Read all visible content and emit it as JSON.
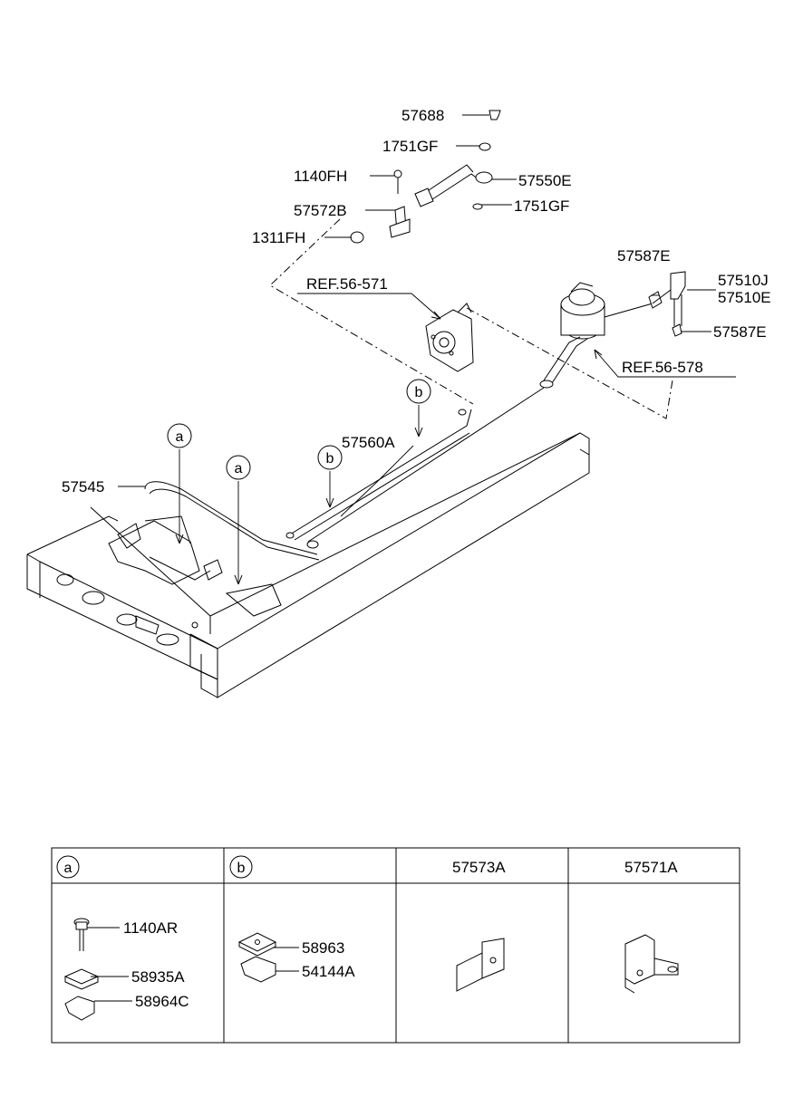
{
  "callouts": {
    "p57688": "57688",
    "p1751gf_top": "1751GF",
    "p1140fh": "1140FH",
    "p57550e": "57550E",
    "p57572b": "57572B",
    "p1751gf_mid": "1751GF",
    "p1311fh": "1311FH",
    "p57587e_top": "57587E",
    "p57510j": "57510J",
    "p57510e": "57510E",
    "p57587e_bot": "57587E",
    "ref56571": "REF.56-571",
    "ref56578": "REF.56-578",
    "p57560a": "57560A",
    "p57545": "57545",
    "marker_a": "a",
    "marker_b": "b"
  },
  "table": {
    "headers": [
      {
        "label": "a",
        "circled": true
      },
      {
        "label": "b",
        "circled": true
      },
      {
        "label": "57573A",
        "circled": false
      },
      {
        "label": "57571A",
        "circled": false
      }
    ],
    "cell_a_parts": [
      "1140AR",
      "58935A",
      "58964C"
    ],
    "cell_b_parts": [
      "58963",
      "54144A"
    ]
  }
}
